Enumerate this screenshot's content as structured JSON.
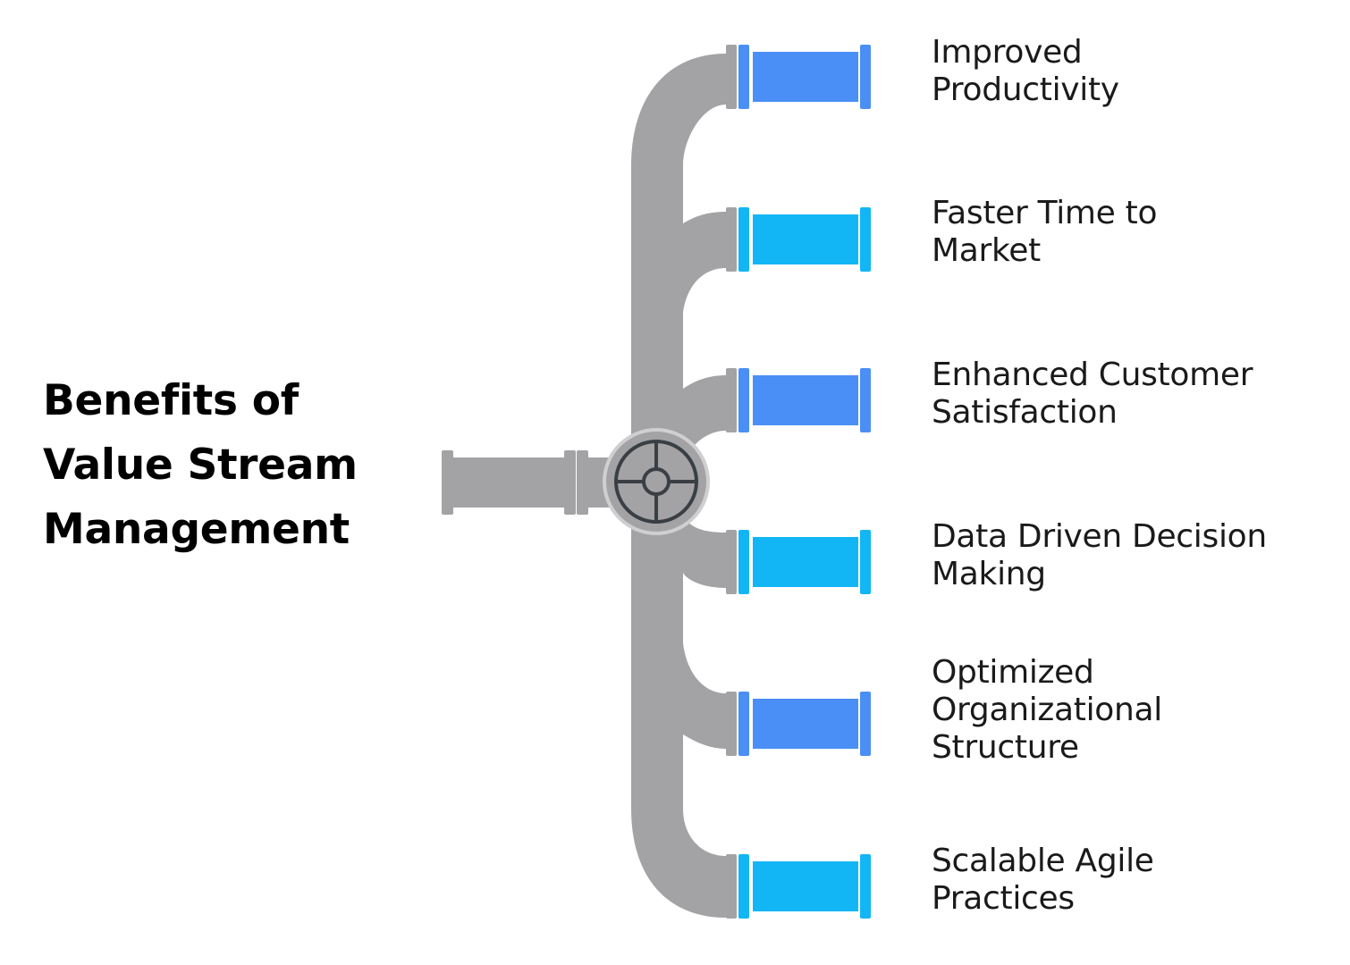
{
  "title": {
    "lines": [
      "Benefits of",
      "Value Stream",
      "Management"
    ]
  },
  "benefits": [
    {
      "lines": [
        "Improved",
        "Productivity"
      ]
    },
    {
      "lines": [
        "Faster Time to",
        "Market"
      ]
    },
    {
      "lines": [
        "Enhanced Customer",
        "Satisfaction"
      ]
    },
    {
      "lines": [
        "Data Driven Decision",
        "Making"
      ]
    },
    {
      "lines": [
        "Optimized",
        "Organizational",
        "Structure"
      ]
    },
    {
      "lines": [
        "Scalable Agile",
        "Practices"
      ]
    }
  ],
  "colors": {
    "pipe_gray": "#a3a2a5",
    "pipe_gray_light": "#c4c4c6",
    "outlet_blue": "#4a8ff5",
    "outlet_cyan": "#12b6f5",
    "valve_ring": "#cfcfd1",
    "valve_outline": "#3a3f44",
    "text": "#1a1a1a"
  },
  "icons": {
    "valve": "valve-wheel-icon"
  }
}
